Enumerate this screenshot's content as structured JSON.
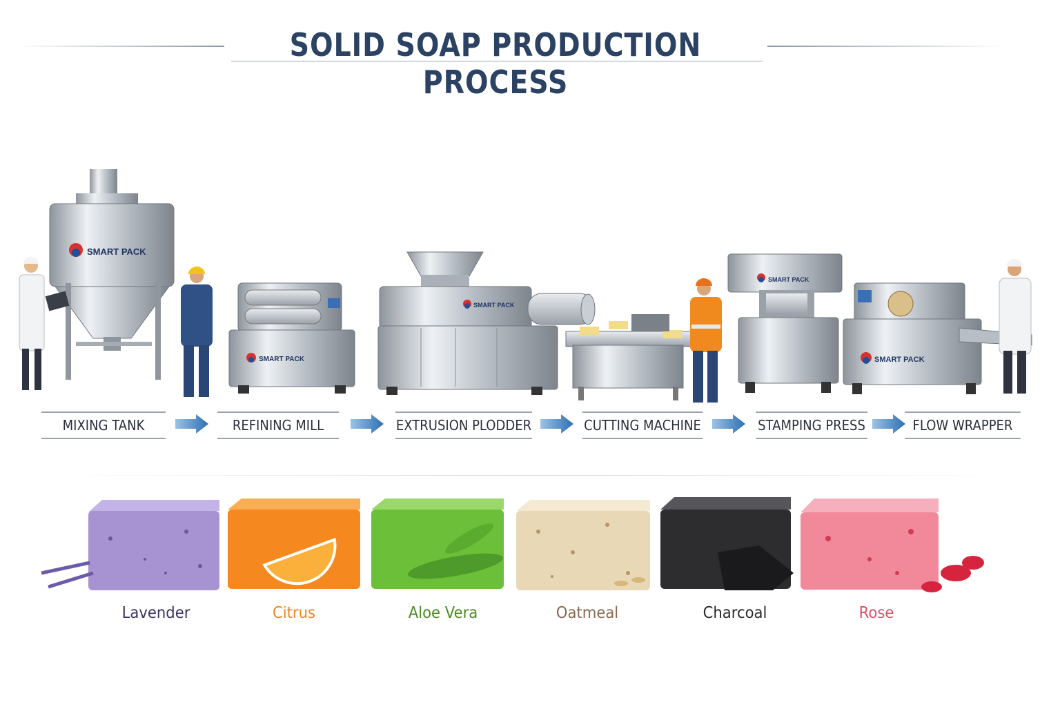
{
  "title": "SOLID SOAP PRODUCTION PROCESS",
  "brand": "SMART PACK",
  "stages": [
    {
      "label": "MIXING TANK"
    },
    {
      "label": "REFINING MILL"
    },
    {
      "label": "EXTRUSION PLODDER"
    },
    {
      "label": "CUTTING MACHINE"
    },
    {
      "label": "STAMPING PRESS"
    },
    {
      "label": "FLOW WRAPPER"
    }
  ],
  "soaps": [
    {
      "label": "Lavender",
      "color": "#a893d2",
      "text_color": "#3a3460"
    },
    {
      "label": "Citrus",
      "color": "#f5891f",
      "text_color": "#f0861e"
    },
    {
      "label": "Aloe Vera",
      "color": "#6cbf38",
      "text_color": "#4b8a22"
    },
    {
      "label": "Oatmeal",
      "color": "#e9d8b6",
      "text_color": "#8a6b52"
    },
    {
      "label": "Charcoal",
      "color": "#2d2d2f",
      "text_color": "#2a2a2a"
    },
    {
      "label": "Rose",
      "color": "#f1899b",
      "text_color": "#e0506a"
    }
  ],
  "colors": {
    "title": "#2c4262",
    "arrow": "#3c7fc0",
    "steel": "#c9ced4"
  }
}
